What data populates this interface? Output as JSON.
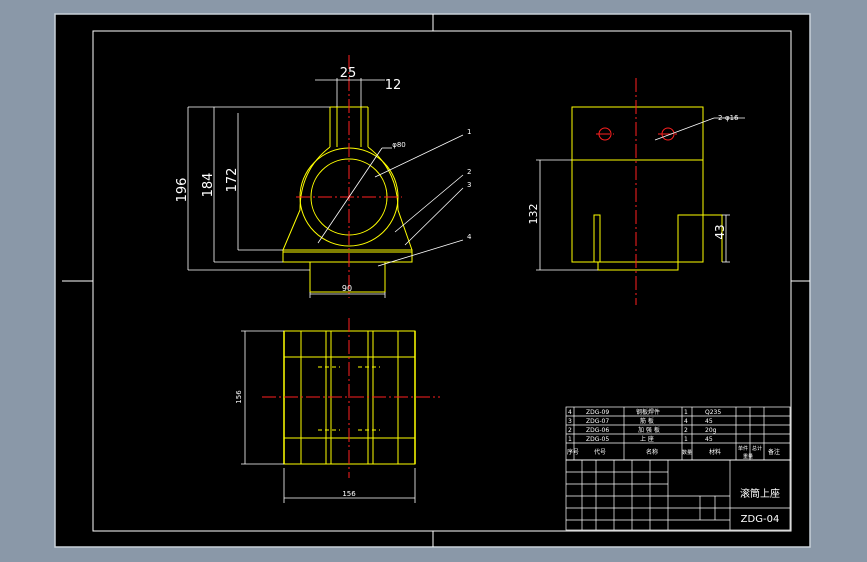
{
  "colors": {
    "window_bg": "#8a98a8",
    "canvas_bg": "#000000",
    "border": "#ffffff",
    "geometry": "#ffff00",
    "centerline": "#ff2020",
    "dimension": "#ffffff"
  },
  "front_view": {
    "dims": {
      "top_width": "25",
      "slot_width": "12",
      "total_height": "196",
      "mid_height": "184",
      "inner_height": "172",
      "base_width": "90"
    },
    "hole_label": "φ80",
    "callouts": [
      "1",
      "2",
      "3",
      "4"
    ]
  },
  "side_view": {
    "hole_note": "2-φ16",
    "height_dim": "132",
    "slot_dim": "43"
  },
  "top_view": {
    "height_dim": "156",
    "width_dim": "156"
  },
  "title_block": {
    "bom_rows": [
      {
        "no": "4",
        "code": "ZDG-09",
        "name": "钢板焊件",
        "qty": "1",
        "material": "Q235"
      },
      {
        "no": "3",
        "code": "ZDG-07",
        "name": "筋 板",
        "qty": "4",
        "material": "45"
      },
      {
        "no": "2",
        "code": "ZDG-06",
        "name": "加 强 板",
        "qty": "2",
        "material": "20g"
      },
      {
        "no": "1",
        "code": "ZDG-05",
        "name": "上 座",
        "qty": "1",
        "material": "45"
      }
    ],
    "bom_header": {
      "no": "序号",
      "code": "代号",
      "name": "名称",
      "qty": "数量",
      "material": "材料",
      "unit_weight": "单件",
      "total_weight": "总计",
      "weight": "重量",
      "remark": "备注"
    },
    "drawing_name": "滚筒上座",
    "drawing_code": "ZDG-04"
  }
}
